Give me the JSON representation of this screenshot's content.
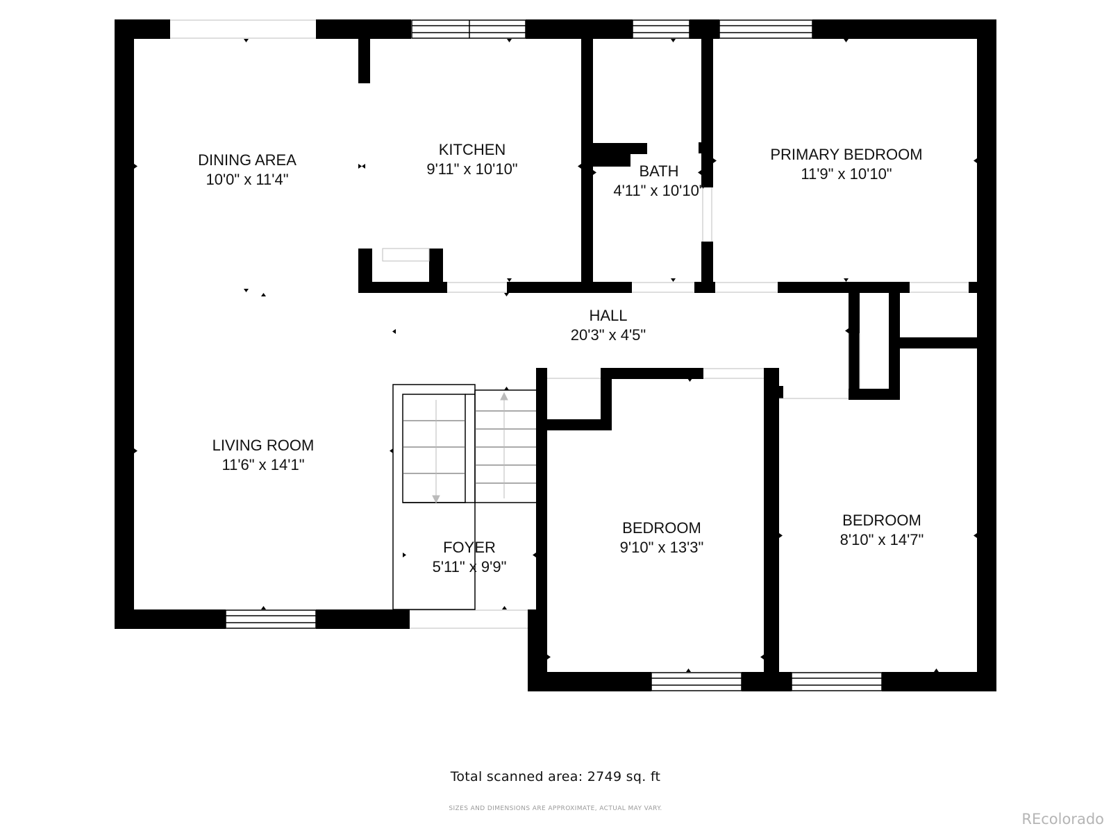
{
  "rooms": [
    {
      "name": "DINING AREA",
      "dims": "10'0\" x 11'4\""
    },
    {
      "name": "KITCHEN",
      "dims": "9'11\" x 10'10\""
    },
    {
      "name": "BATH",
      "dims": "4'11\" x 10'10\""
    },
    {
      "name": "PRIMARY BEDROOM",
      "dims": "11'9\" x 10'10\""
    },
    {
      "name": "HALL",
      "dims": "20'3\" x 4'5\""
    },
    {
      "name": "LIVING ROOM",
      "dims": "11'6\" x 14'1\""
    },
    {
      "name": "FOYER",
      "dims": "5'11\" x 9'9\""
    },
    {
      "name": "BEDROOM",
      "dims": "9'10\" x 13'3\""
    },
    {
      "name": "BEDROOM",
      "dims": "8'10\" x 14'7\""
    }
  ],
  "footer": {
    "total": "Total scanned area: 2749 sq. ft",
    "disclaimer": "SIZES AND DIMENSIONS ARE APPROXIMATE, ACTUAL MAY VARY.",
    "watermark": "REcolorado"
  },
  "colors": {
    "wall": "#000000",
    "window": "#ffffff",
    "text": "#111111"
  }
}
